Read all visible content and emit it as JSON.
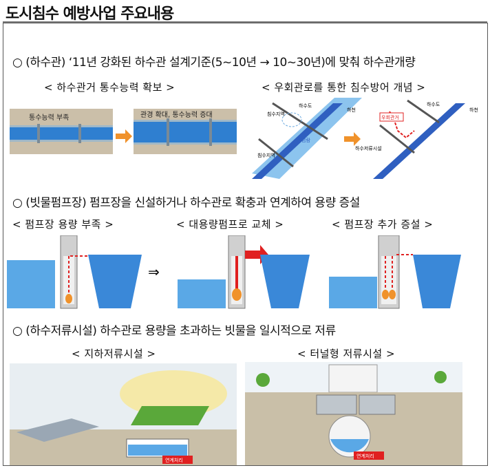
{
  "title": "도시침수 예방사업 주요내용",
  "sections": [
    {
      "bullet": "○ (하수관) ‘11년 강화된 하수관 설계기준(5~10년 → 10~30년)에 맞춰 하수관개량",
      "subtitles": [
        "< 하수관거 통수능력 확보 >",
        "< 우회관로를 통한 침수방어 개념 >"
      ],
      "figure_labels": {
        "pipe_before": "통수능력 부족",
        "pipe_after": "관경 확대, 통수능력 증대",
        "map1_sewer": "하수도",
        "map1_river": "하천",
        "map1_flood1": "침수지역",
        "map1_backflow": "범람",
        "map1_flood2": "침수지역",
        "map2_sewer": "하수도",
        "map2_river": "하천",
        "map2_bypass": "우회관거",
        "map2_storage": "하수저류시설"
      }
    },
    {
      "bullet": "○ (빗물펌프장) 펌프장을 신설하거나 하수관로 확충과 연계하여 용량 증설",
      "subtitles": [
        "< 펌프장 용량 부족 >",
        "< 대용량펌프로 교체 >",
        "< 펌프장 추가 증설 >"
      ],
      "arrow_symbol": "⇒"
    },
    {
      "bullet": "○ (하수저류시설) 하수관로 용량을 초과하는 빗물을 일시적으로 저류",
      "subtitles": [
        "< 지하저류시설 >",
        "< 터널형 저류시설 >"
      ],
      "figure_labels": {
        "underground_tag": "연계처리",
        "tunnel_tag": "연계처리"
      }
    }
  ],
  "colors": {
    "water": "#2f7fd0",
    "water_light": "#8cc4ee",
    "arrow_orange": "#f0922b",
    "flow_red": "#e02020",
    "ground": "#c9bfa8",
    "grass": "#5aa83a"
  }
}
